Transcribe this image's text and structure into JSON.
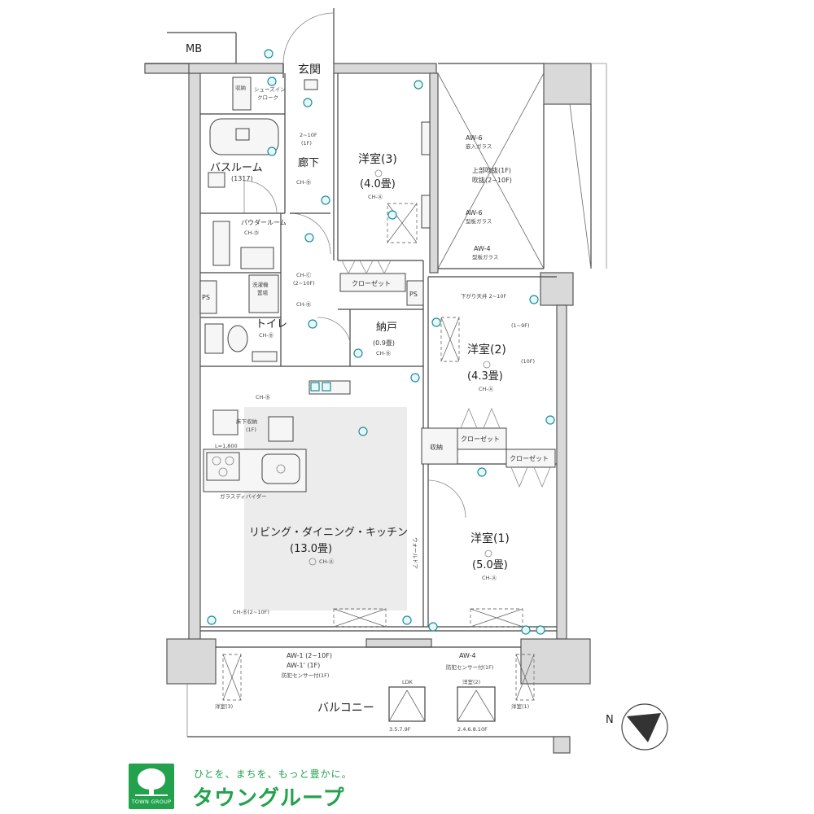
{
  "labels": {
    "mb": "MB",
    "entrance": "玄関",
    "shoe_in_closet": "シューズイン\nクローク",
    "storage_small": "収納",
    "hallway": "廊下",
    "hallway_ch": "CH-Ⓑ",
    "bathroom": "バスルーム",
    "bathroom_size": "(1317)",
    "powder_room": "パウダールーム",
    "powder_ch": "CH-Ⓓ",
    "washer": "洗濯機\n置場",
    "toilet": "トイレ",
    "toilet_ch": "CH-Ⓑ",
    "ps_left": "PS",
    "ps_right": "PS",
    "pantry": "納戸",
    "pantry_size": "(0.9畳)",
    "pantry_ch": "CH-Ⓑ",
    "room3": "洋室(3)",
    "room3_size": "(4.0畳)",
    "room3_ch": "CH-Ⓐ",
    "room2": "洋室(2)",
    "room2_size": "(4.3畳)",
    "room2_ch": "CH-Ⓐ",
    "room1": "洋室(1)",
    "room1_size": "(5.0畳)",
    "room1_ch": "CH-Ⓐ",
    "closet_room3": "クローゼット",
    "closet_room2_top": "クローゼット",
    "closet_room2_side": "クローゼット",
    "storage_mid": "収納",
    "ldk": "リビング・ダイニング・キッチン",
    "ldk_size": "(13.0畳)",
    "ldk_ch": "CH-Ⓐ",
    "ldk_ch_low": "CH-Ⓑ(2~10F)",
    "kitchen_ch": "CH-Ⓑ",
    "floor_storage": "床下収納\n(1F)",
    "glass_divider": "ガラスディバイダー",
    "l_mark": "L=1,800",
    "void": "上部吹抜(1F)\n吹抜(2~10F)",
    "aw6_top": "AW-6",
    "aw6_top_note": "嵌入ガラス",
    "aw6_bottom": "AW-6",
    "aw6_bottom_note": "型板ガラス",
    "aw4_right": "AW-4",
    "aw4_right_note": "型板ガラス",
    "aw1_a": "AW-1 (2~10F)",
    "aw1_b": "AW-1' (1F)",
    "aw1_note": "防犯センサー付(1F)",
    "aw4_bottom": "AW-4",
    "aw4_bottom_note": "防犯センサー付(1F)",
    "balcony": "バルコニー",
    "ldk_small": "LDK",
    "room2_small": "洋室(2)",
    "floor_note_a": "3.5.7.9F",
    "floor_note_b": "2.4.6.8.10F",
    "room3_small": "洋室(3)",
    "room1_small": "洋室(1)",
    "level_note": "2~10F",
    "level_note_2": "(1F)",
    "level_note_3": "(1~9F)",
    "level_note_4": "(10F)",
    "ch_2_10": "CH-Ⓒ\n(2~10F)",
    "ch_plain": "CH-Ⓑ",
    "ceiling_note": "下がり天井 2~10F",
    "wall_note": "ウォールドア",
    "compass_n": "N"
  },
  "logo": {
    "mark_text": "TOWN GROUP",
    "tagline": "ひとを、まちを、もっと豊かに。",
    "name": "タウングループ",
    "color": "#23a24d"
  },
  "colors": {
    "wall": "#d9d9d9",
    "line": "#444444",
    "fixture_accent": "#1b8f9a",
    "brand": "#23a24d"
  }
}
